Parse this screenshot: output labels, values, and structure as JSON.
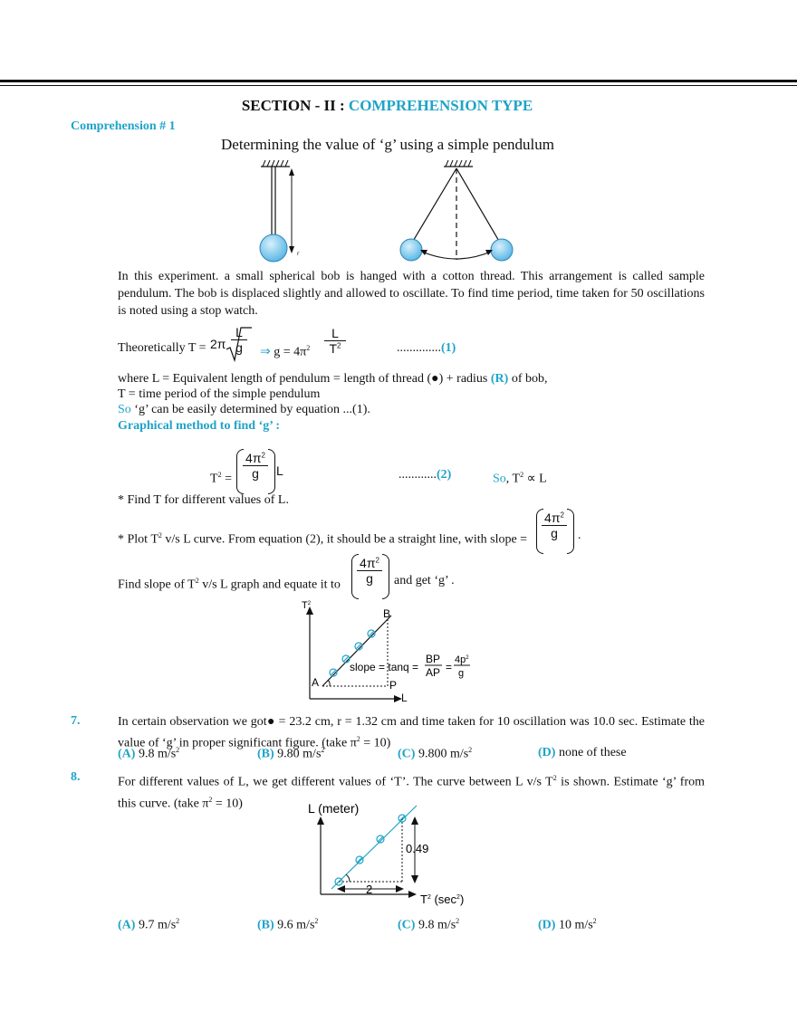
{
  "section": {
    "prefix": "SECTION - II : ",
    "title": "COMPREHENSION TYPE"
  },
  "comprehension_label": "Comprehension # 1",
  "heading": "Determining the value of ‘g’ using a simple pendulum",
  "figure_label_r": "r",
  "intro_para": "In this experiment. a small spherical bob is hanged with a cotton thread. This arrangement is called sample pendulum. The bob is displaced slightly and allowed to oscillate. To find time period, time taken for 50 oscillations is noted using a stop watch.",
  "eq1": {
    "prefix": "Theoretically T =",
    "two_pi": "2π",
    "L": "L",
    "g": "g",
    "arrow": "⇒",
    "g_eq": "g = 4π",
    "sq": "2",
    "T2_base": "T",
    "dots": "..............",
    "label": "(1)"
  },
  "where_line": {
    "a": "where L = Equivalent length of pendulum = length of thread (",
    "dot": "●",
    "b": ") + radius ",
    "R": "(R)",
    "c": " of bob,"
  },
  "T_line": "T = time period of the simple pendulum",
  "so_line": {
    "so": "So",
    "rest": " ‘g’ can be easily determined by equation ...(1)."
  },
  "graphical_heading": "Graphical method to find ‘g’ :",
  "eq2": {
    "T": "T",
    "sq": "2",
    "eq": " =",
    "num": "4π",
    "den": "g",
    "L": "L",
    "dots": "............",
    "label": "(2)",
    "so": "So",
    "prop": ", T",
    "prop_rest": " ∝ L"
  },
  "bullet1": "* Find T for different values of L.",
  "bullet2": {
    "a": "* Plot T",
    "sq": "2",
    "b": " v/s L curve. From equation (2), it should be a straight line, with slope =",
    "end": "."
  },
  "find_slope": {
    "a": "Find slope of T",
    "sq": "2",
    "b": " v/s L graph and equate it to",
    "c": "and get ‘g’ ."
  },
  "graph1": {
    "y_label": "T",
    "y_sup": "2",
    "x_label": "L",
    "A": "A",
    "B": "B",
    "P": "P",
    "slope_text": "slope = tanq =",
    "BP": "BP",
    "AP": "AP",
    "num2": "4p",
    "den2": "g"
  },
  "q7": {
    "num": "7.",
    "text_a": "In certain observation we got",
    "dot": "●",
    "text_b": " = 23.2 cm, r = 1.32 cm and time taken for 10 oscillation was 10.0 sec. Estimate the value of ‘g’ in proper significant figure. (take π",
    "sq": "2",
    "text_c": " = 10)",
    "options": [
      {
        "key": "(A)",
        "val": "9.8 m/s",
        "sup": "2"
      },
      {
        "key": "(B)",
        "val": "9.80 m/s",
        "sup": "2"
      },
      {
        "key": "(C)",
        "val": "9.800 m/s",
        "sup": "2"
      },
      {
        "key": "(D)",
        "val": "none of these",
        "sup": ""
      }
    ]
  },
  "q8": {
    "num": "8.",
    "text_a": "For different values of L, we get different values of ‘T’. The curve between L v/s T",
    "sq": "2",
    "text_b": " is shown. Estimate ‘g’ from this curve. (take π",
    "text_c": " = 10)",
    "options": [
      {
        "key": "(A)",
        "val": "9.7 m/s",
        "sup": "2"
      },
      {
        "key": "(B)",
        "val": "9.6 m/s",
        "sup": "2"
      },
      {
        "key": "(C)",
        "val": "9.8 m/s",
        "sup": "2"
      },
      {
        "key": "(D)",
        "val": "10 m/s",
        "sup": "2"
      }
    ]
  },
  "graph2": {
    "y_label": "L (meter)",
    "x_label_a": "T",
    "x_sup": "2",
    "x_label_b": " (sec",
    "x_sup2": "2",
    "x_label_c": ")",
    "rise": "0.49",
    "run": "2"
  },
  "colors": {
    "accent": "#1fa3c8",
    "bob": "#7cc9ee",
    "text": "#111111"
  }
}
